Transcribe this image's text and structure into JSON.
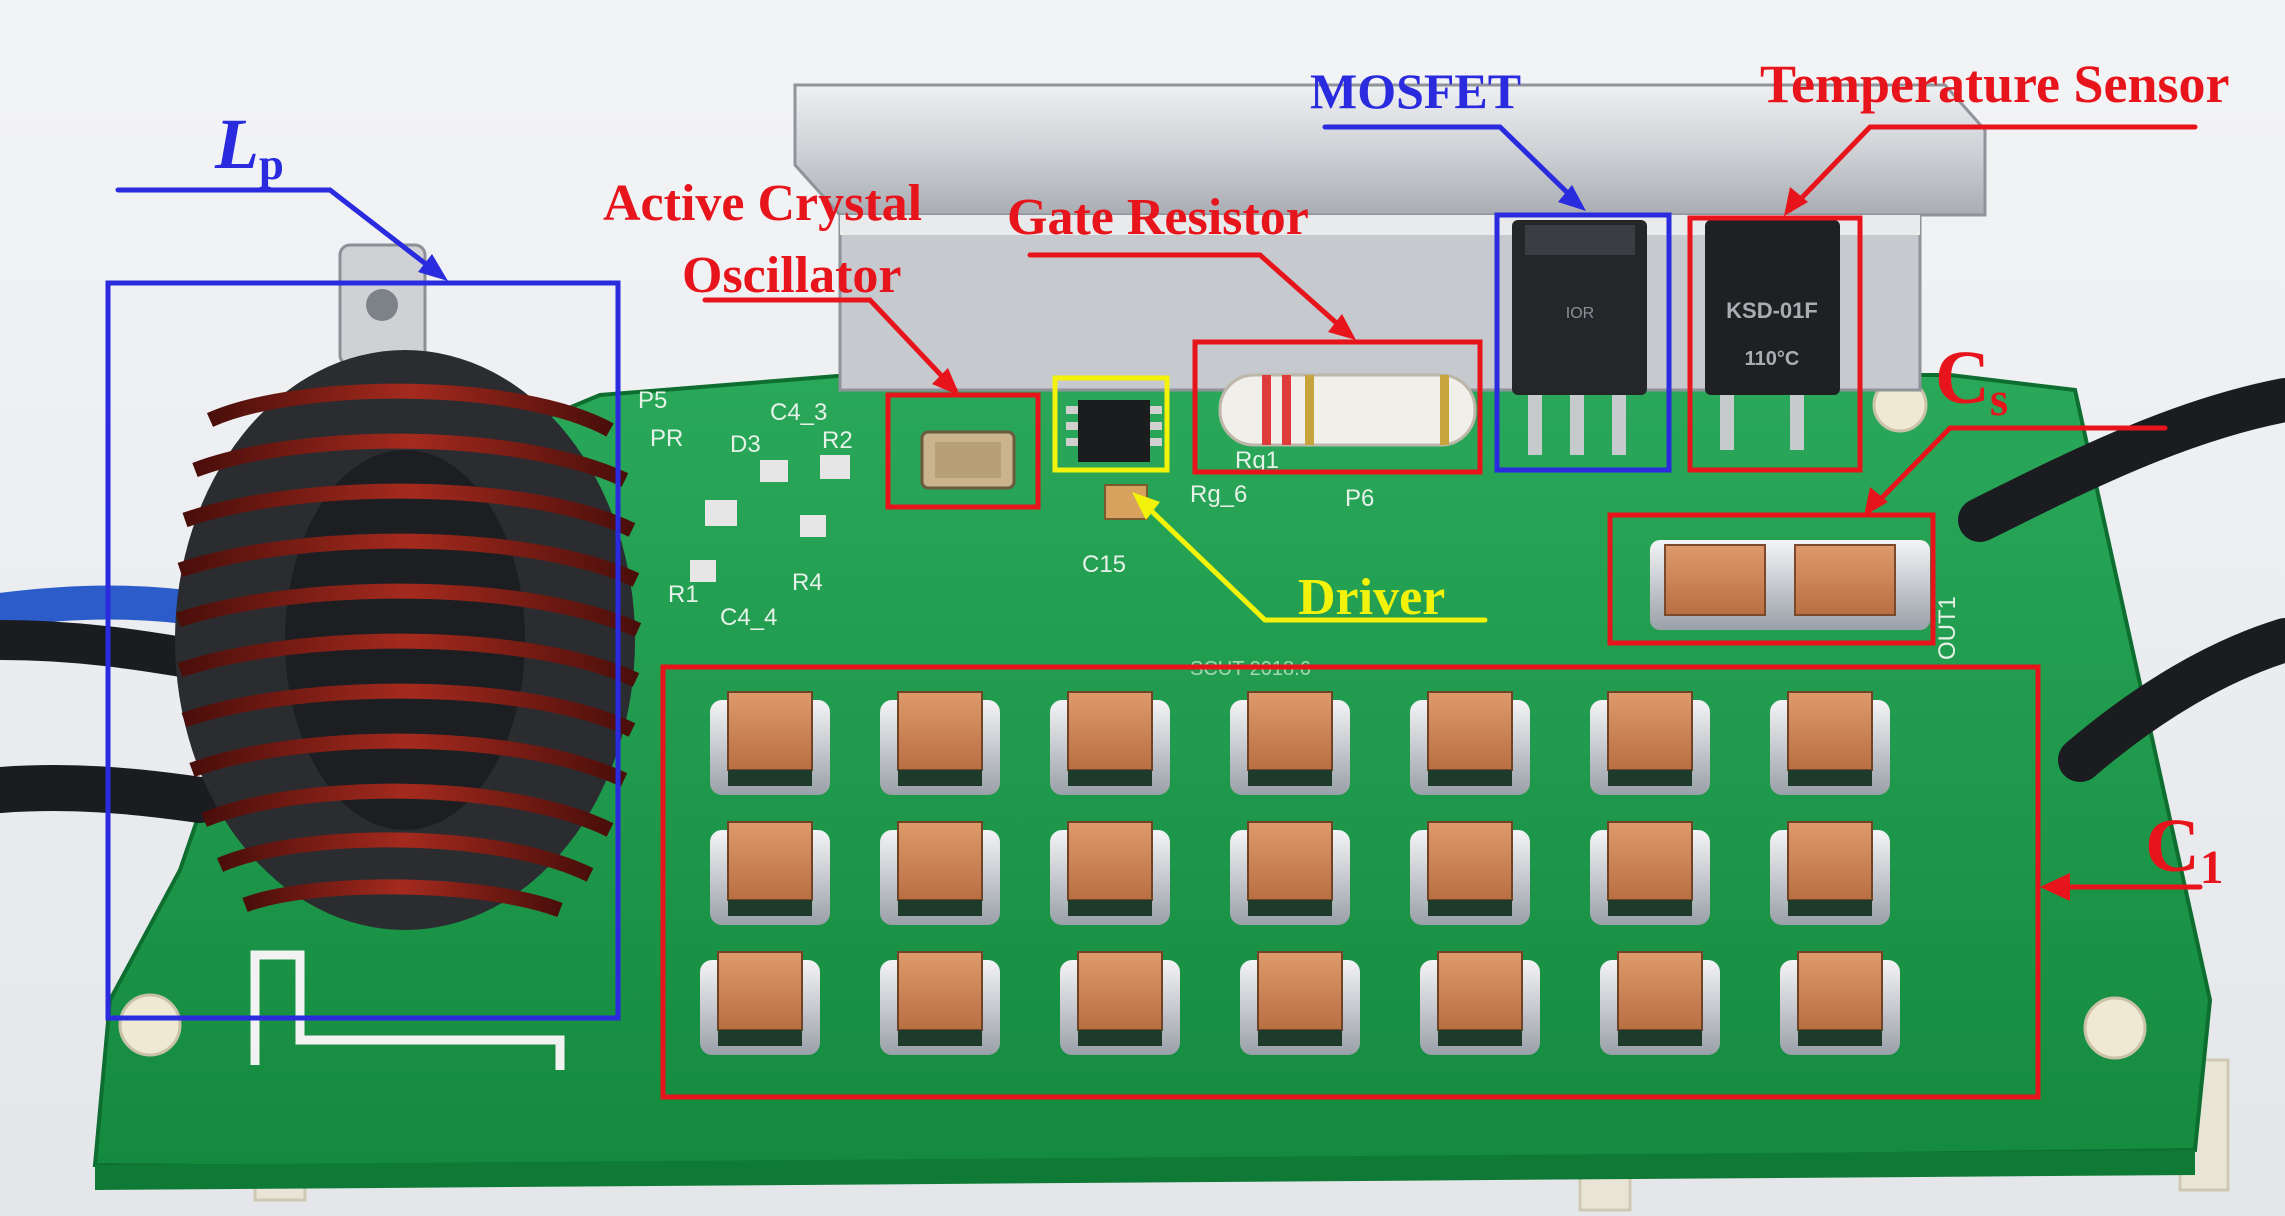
{
  "labels": {
    "lp": {
      "main": "L",
      "sub": "p"
    },
    "active_crystal": {
      "line1": "Active Crystal",
      "line2": "Oscillator"
    },
    "gate_resistor": "Gate Resistor",
    "mosfet": "MOSFET",
    "temperature_sensor": "Temperature Sensor",
    "cs": {
      "main": "C",
      "sub": "s"
    },
    "driver": "Driver",
    "c1": {
      "main": "C",
      "sub": "1"
    }
  },
  "silkscreen": [
    "P5",
    "PR",
    "R2",
    "D3",
    "C4_3",
    "R1",
    "R4",
    "C4_4",
    "C15",
    "Rg1",
    "Rg_6",
    "P6",
    "OUT1",
    "SCUT 2018.6"
  ],
  "component_markings": {
    "temp_sensor": [
      "KSD-01F",
      "110°C"
    ],
    "mosfet": [
      "IOR"
    ]
  },
  "colors": {
    "annotation_red": "#e8141c",
    "annotation_blue": "#2a2adf",
    "annotation_yellow": "#f2f20a",
    "pcb_green": "#1e9a4c",
    "heatsink": "#d9dadc",
    "capacitor": "#cf8552",
    "copper_wire": "#7a1a12"
  }
}
